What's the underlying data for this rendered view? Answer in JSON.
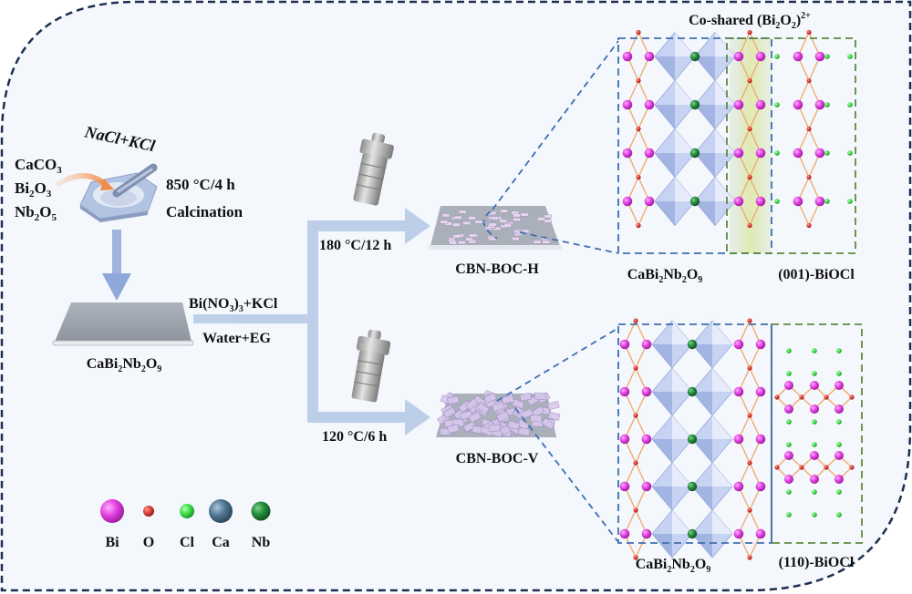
{
  "colors": {
    "frame_border": "#1c2e52",
    "frame_fill": "#f4f7fc",
    "arrow": "#b8cbe6",
    "down_arrow": "#8ea8d9",
    "orange_arrow": "#f3a877",
    "blue_dash": "#3d6fb0",
    "green_dash": "#5f8a3c",
    "bi": "#e040e0",
    "o": "#e0403a",
    "cl": "#3de04a",
    "ca": "#4f7690",
    "nb": "#238a3a",
    "bond": "#f0a868",
    "octahedron": "#b9c8ef",
    "highlight": "#dfe8b8"
  },
  "precursors": {
    "line1": {
      "base": "CaCO",
      "sub": "3"
    },
    "line2": {
      "a": "Bi",
      "sub1": "2",
      "b": "O",
      "sub2": "3"
    },
    "line3": {
      "a": "Nb",
      "sub1": "2",
      "b": "O",
      "sub2": "5"
    }
  },
  "salt_flux": "NaCl+KCl",
  "calcination": {
    "temp": "850 °C/4 h",
    "label": "Calcination"
  },
  "substrate_label": {
    "a": "CaBi",
    "s1": "2",
    "b": "Nb",
    "s2": "2",
    "c": "O",
    "s3": "9"
  },
  "reagents": {
    "line1": {
      "a": "Bi(NO",
      "s1": "3",
      "b": ")",
      "s2": "3",
      "c": "+KCl"
    },
    "line2": "Water+EG"
  },
  "branch_h": {
    "condition": "180 °C/12 h",
    "product": "CBN-BOC-H"
  },
  "branch_v": {
    "condition": "120 °C/6 h",
    "product": "CBN-BOC-V"
  },
  "structure_top": {
    "title": {
      "a": "Co-shared (Bi",
      "s1": "2",
      "b": "O",
      "s2": "2",
      "c": ")",
      "sup": "2+"
    },
    "left_label": {
      "a": "CaBi",
      "s1": "2",
      "b": "Nb",
      "s2": "2",
      "c": "O",
      "s3": "9"
    },
    "right_label": "(001)-BiOCl"
  },
  "structure_bottom": {
    "left_label": {
      "a": "CaBi",
      "s1": "2",
      "b": "Nb",
      "s2": "2",
      "c": "O",
      "s3": "9"
    },
    "right_label": "(110)-BiOCl"
  },
  "legend": [
    {
      "symbol": "Bi",
      "color": "#e040e0"
    },
    {
      "symbol": "O",
      "color": "#e0403a"
    },
    {
      "symbol": "Cl",
      "color": "#3de04a"
    },
    {
      "symbol": "Ca",
      "color": "#4f7690"
    },
    {
      "symbol": "Nb",
      "color": "#238a3a"
    }
  ]
}
